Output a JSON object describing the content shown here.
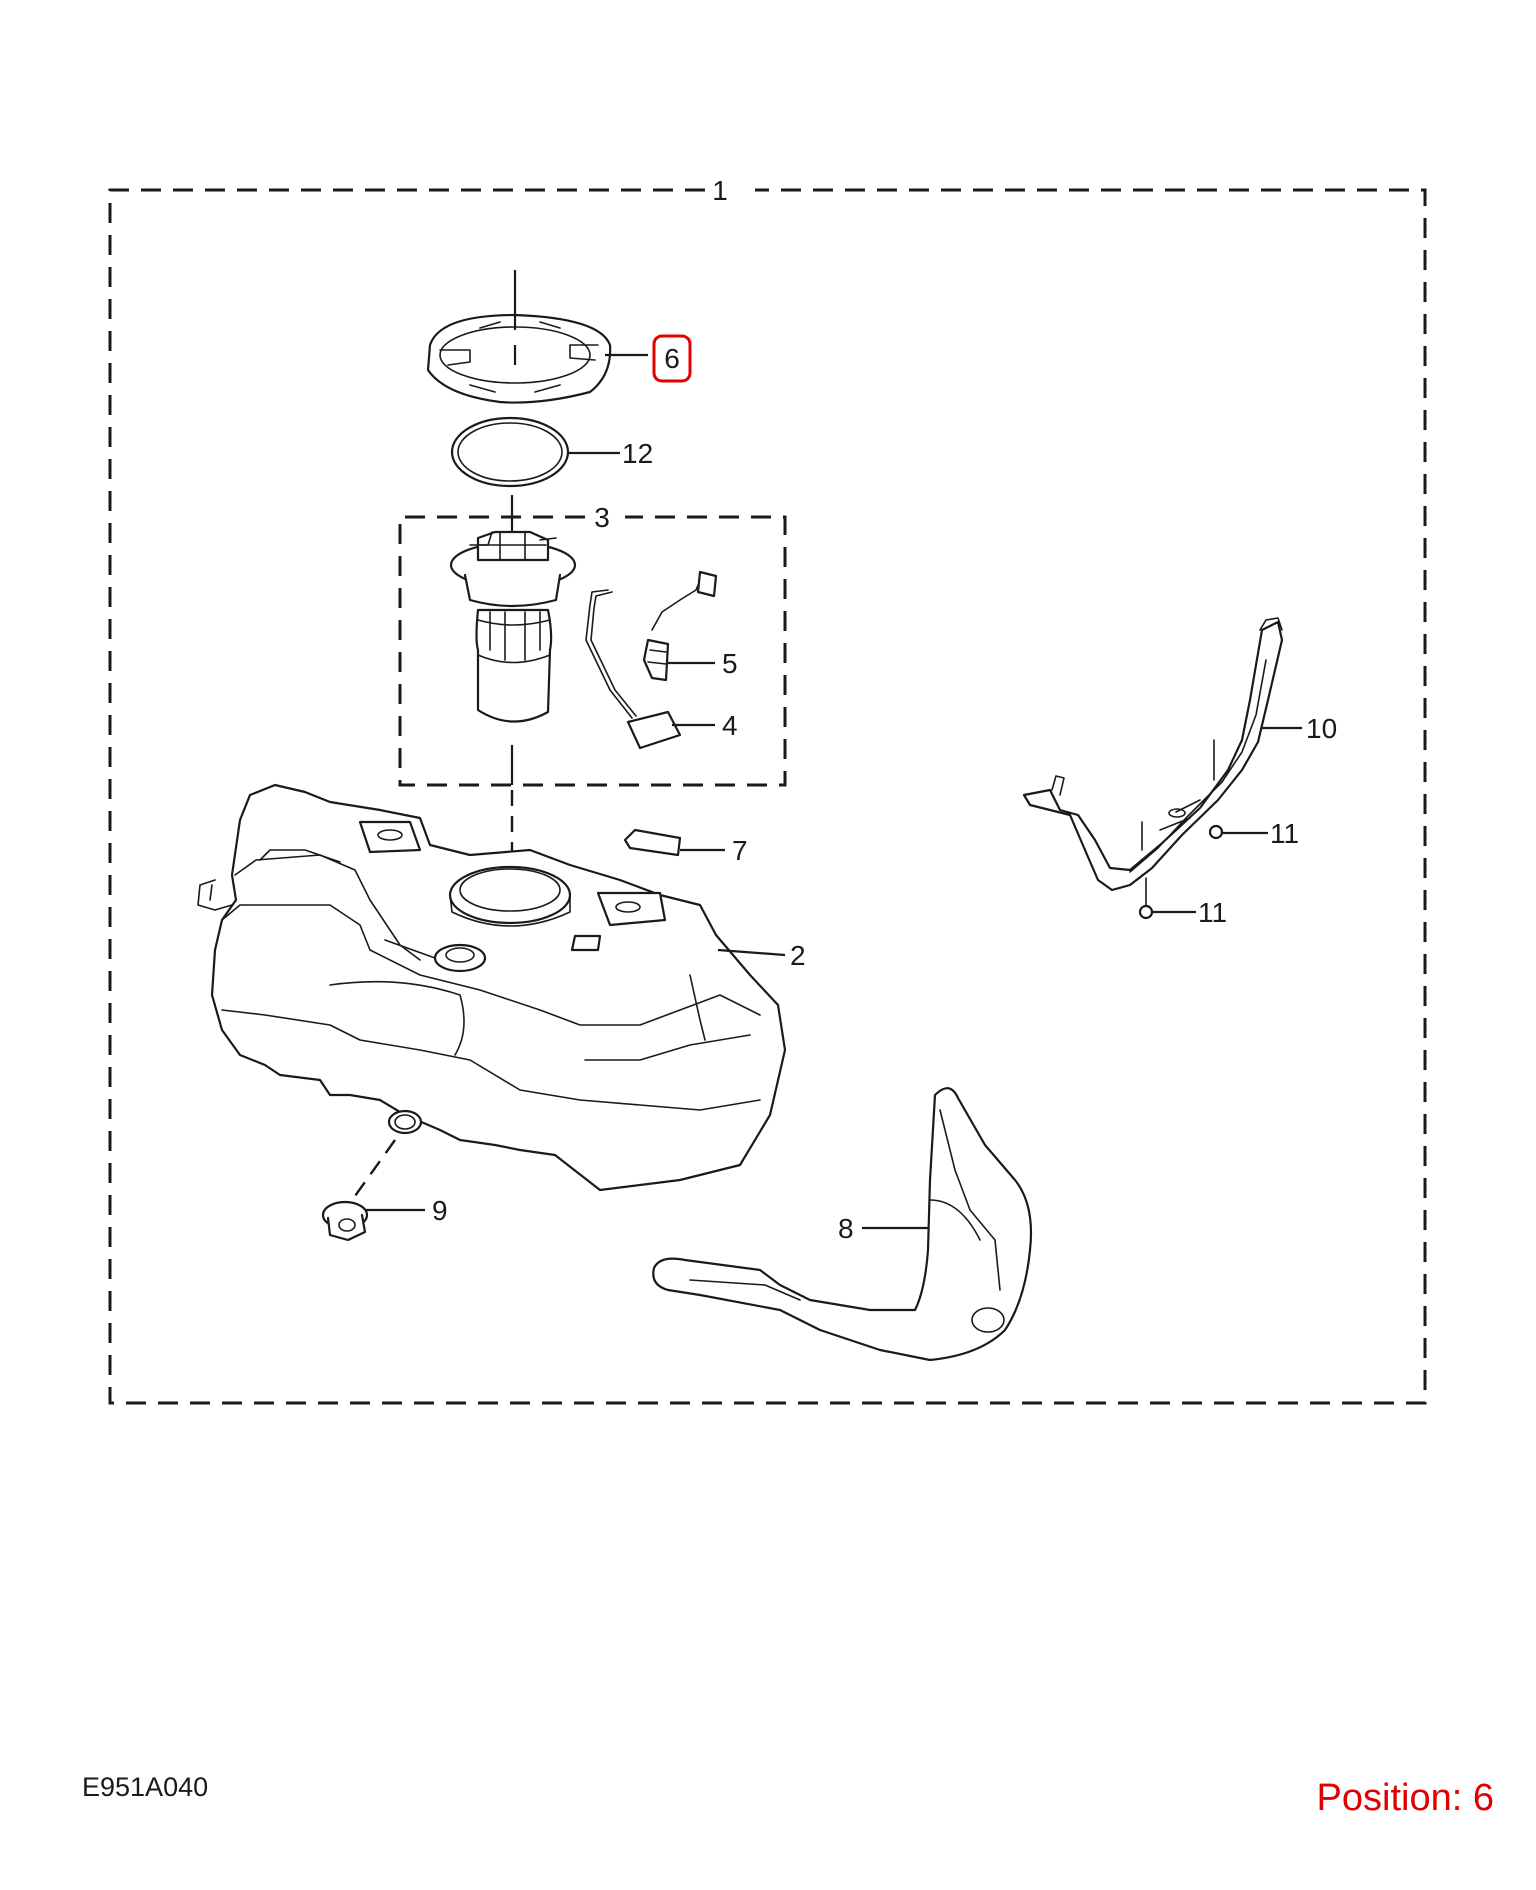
{
  "diagram": {
    "drawing_code": "E951A040",
    "position_prefix": "Position:",
    "position_value": "6",
    "callouts": {
      "c1": "1",
      "c2": "2",
      "c3": "3",
      "c4": "4",
      "c5": "5",
      "c6": "6",
      "c7": "7",
      "c8": "8",
      "c9": "9",
      "c10": "10",
      "c11a": "11",
      "c11b": "11",
      "c12": "12"
    },
    "highlight_color": "#e00000"
  }
}
